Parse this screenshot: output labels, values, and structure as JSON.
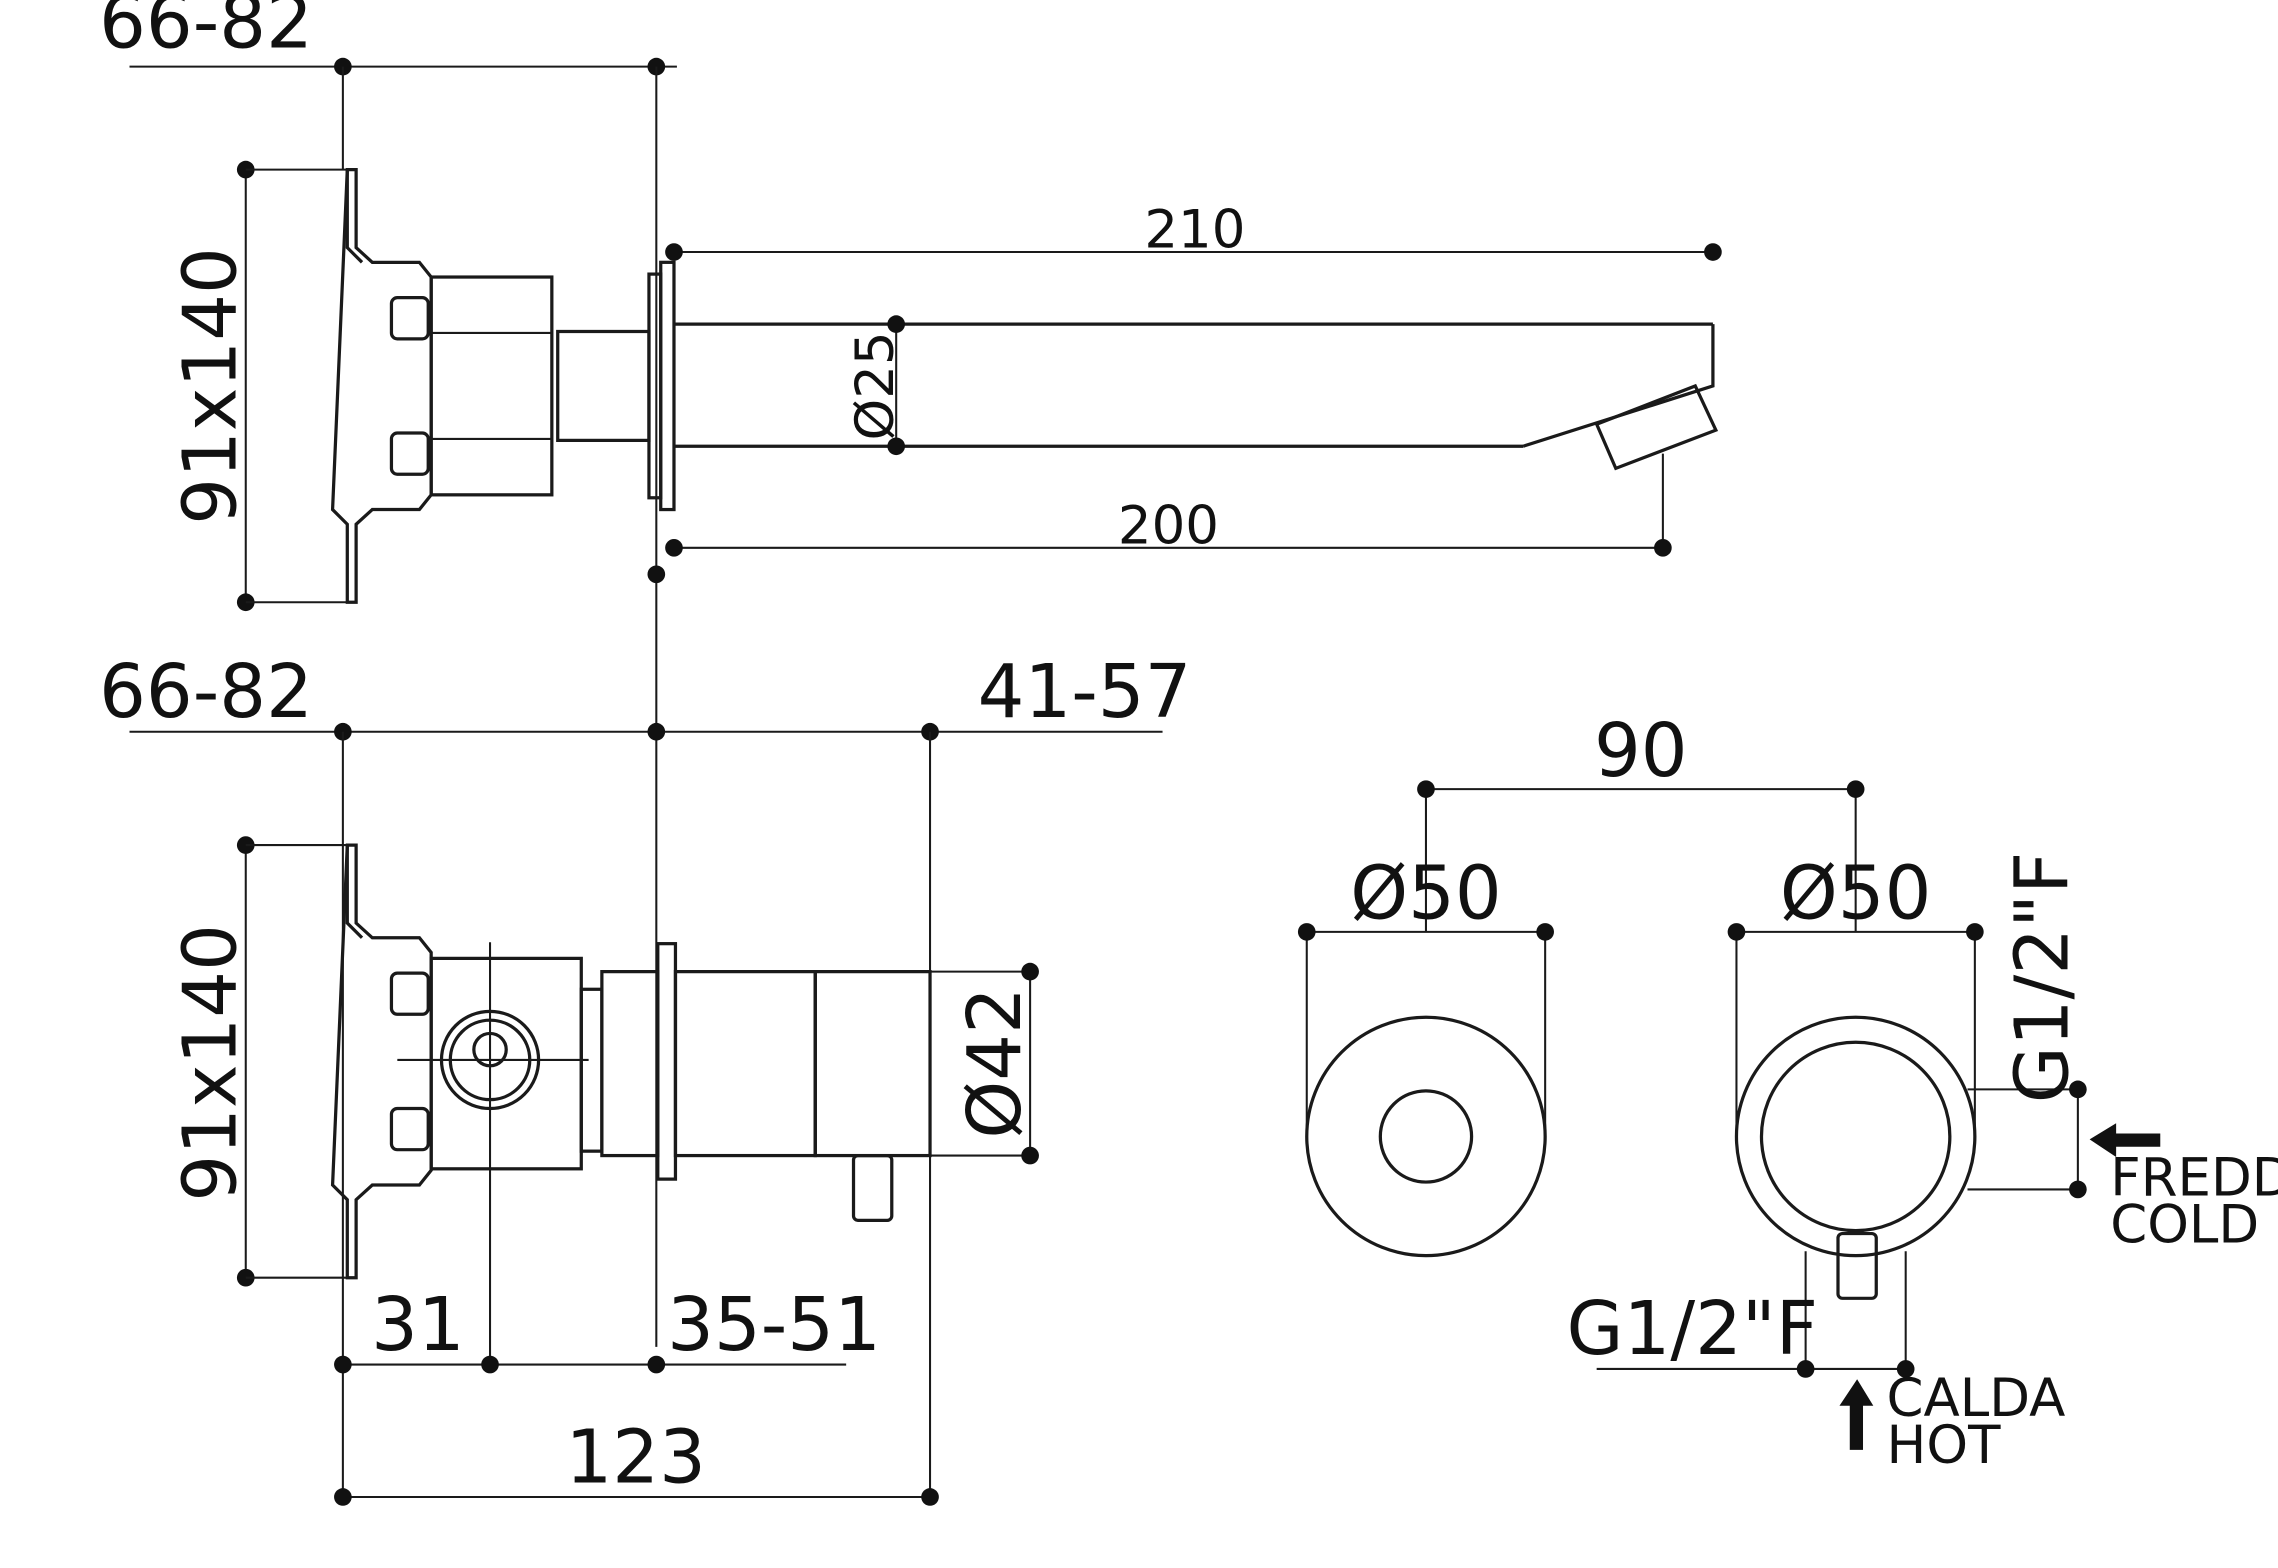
{
  "dimensions": {
    "top_depth": "66-82",
    "top_plate": "91x140",
    "spout_length_top": "210",
    "spout_diameter": "Ø25",
    "spout_length_bottom": "200",
    "mid_depth_left": "66-82",
    "mid_depth_right": "41-57",
    "mid_plate": "91x140",
    "handle_diameter": "Ø42",
    "dim_31": "31",
    "dim_35_51": "35-51",
    "dim_123": "123",
    "centers": "90",
    "plate_left_diameter": "Ø50",
    "plate_right_diameter": "Ø50",
    "thread_right": "G1/2\"F",
    "thread_bottom": "G1/2\"F"
  },
  "labels": {
    "cold_it": "FREDDA",
    "cold_en": "COLD",
    "hot_it": "CALDA",
    "hot_en": "HOT"
  },
  "colors": {
    "line": "#1a1a1a",
    "background": "#ffffff"
  }
}
